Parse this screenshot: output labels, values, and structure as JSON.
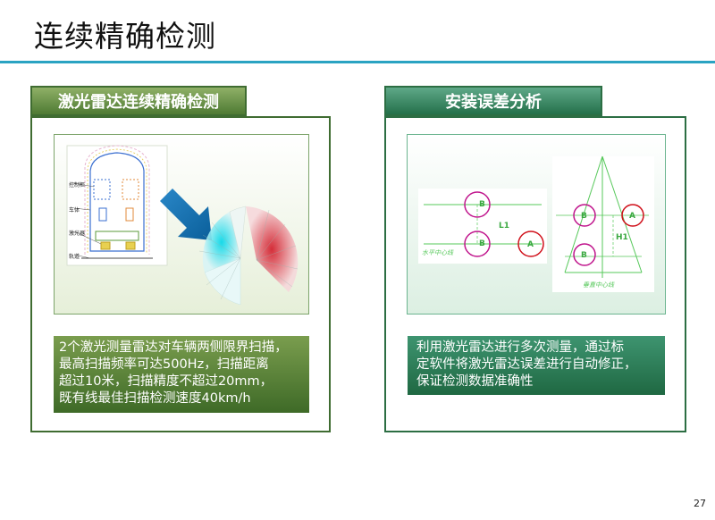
{
  "slide": {
    "title": "连续精确检测",
    "page_number": "27"
  },
  "left_panel": {
    "tab_label": "激光雷达连续精确检测",
    "diagram_labels": [
      "控制柜",
      "车体",
      "激光器",
      "轨道"
    ],
    "caption_lines": [
      "2个激光测量雷达对车辆两侧限界扫描，",
      "最高扫描频率可达500Hz，扫描距离",
      "超过10米，扫描精度不超过20mm，",
      "既有线最佳扫描检测速度40km/h"
    ]
  },
  "right_panel": {
    "tab_label": "安装误差分析",
    "horizontal_diagram": {
      "labels": [
        "B",
        "B",
        "A",
        "L1"
      ],
      "axis_label": "水平中心线"
    },
    "vertical_diagram": {
      "labels": [
        "B",
        "A",
        "B",
        "H1"
      ],
      "axis_label": "垂直中心线"
    },
    "caption_lines": [
      "利用激光雷达进行多次测量，通过标",
      "定软件将激光雷达误差进行自动修正，",
      "保证检测数据准确性"
    ]
  },
  "colors": {
    "title_rule": "#2aa3c2",
    "left_accent": "#4e7a33",
    "right_accent": "#24704a",
    "circle_marker": "#c0148c",
    "red_marker": "#d0101a"
  }
}
